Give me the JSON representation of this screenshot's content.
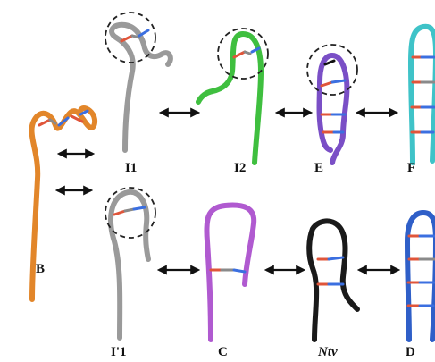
{
  "figure": {
    "labels": {
      "B": "B",
      "I1": "I1",
      "I2": "I2",
      "E": "E",
      "F": "F",
      "I1prime": "I'1",
      "C": "C",
      "Ntv": "Ntv",
      "D": "D"
    },
    "colors": {
      "B": "#e2862a",
      "I1": "#9a9a9a",
      "I2": "#3fbf3f",
      "E": "#7a4fc6",
      "F": "#3fc3c8",
      "I1prime": "#9a9a9a",
      "C": "#b05ad0",
      "Ntv": "#1a1a1a",
      "D": "#2f5fc8",
      "bond_red": "#e0553a",
      "bond_blue": "#3b6fe0",
      "bond_grey": "#8a8a8a",
      "arrow": "#111111"
    }
  }
}
